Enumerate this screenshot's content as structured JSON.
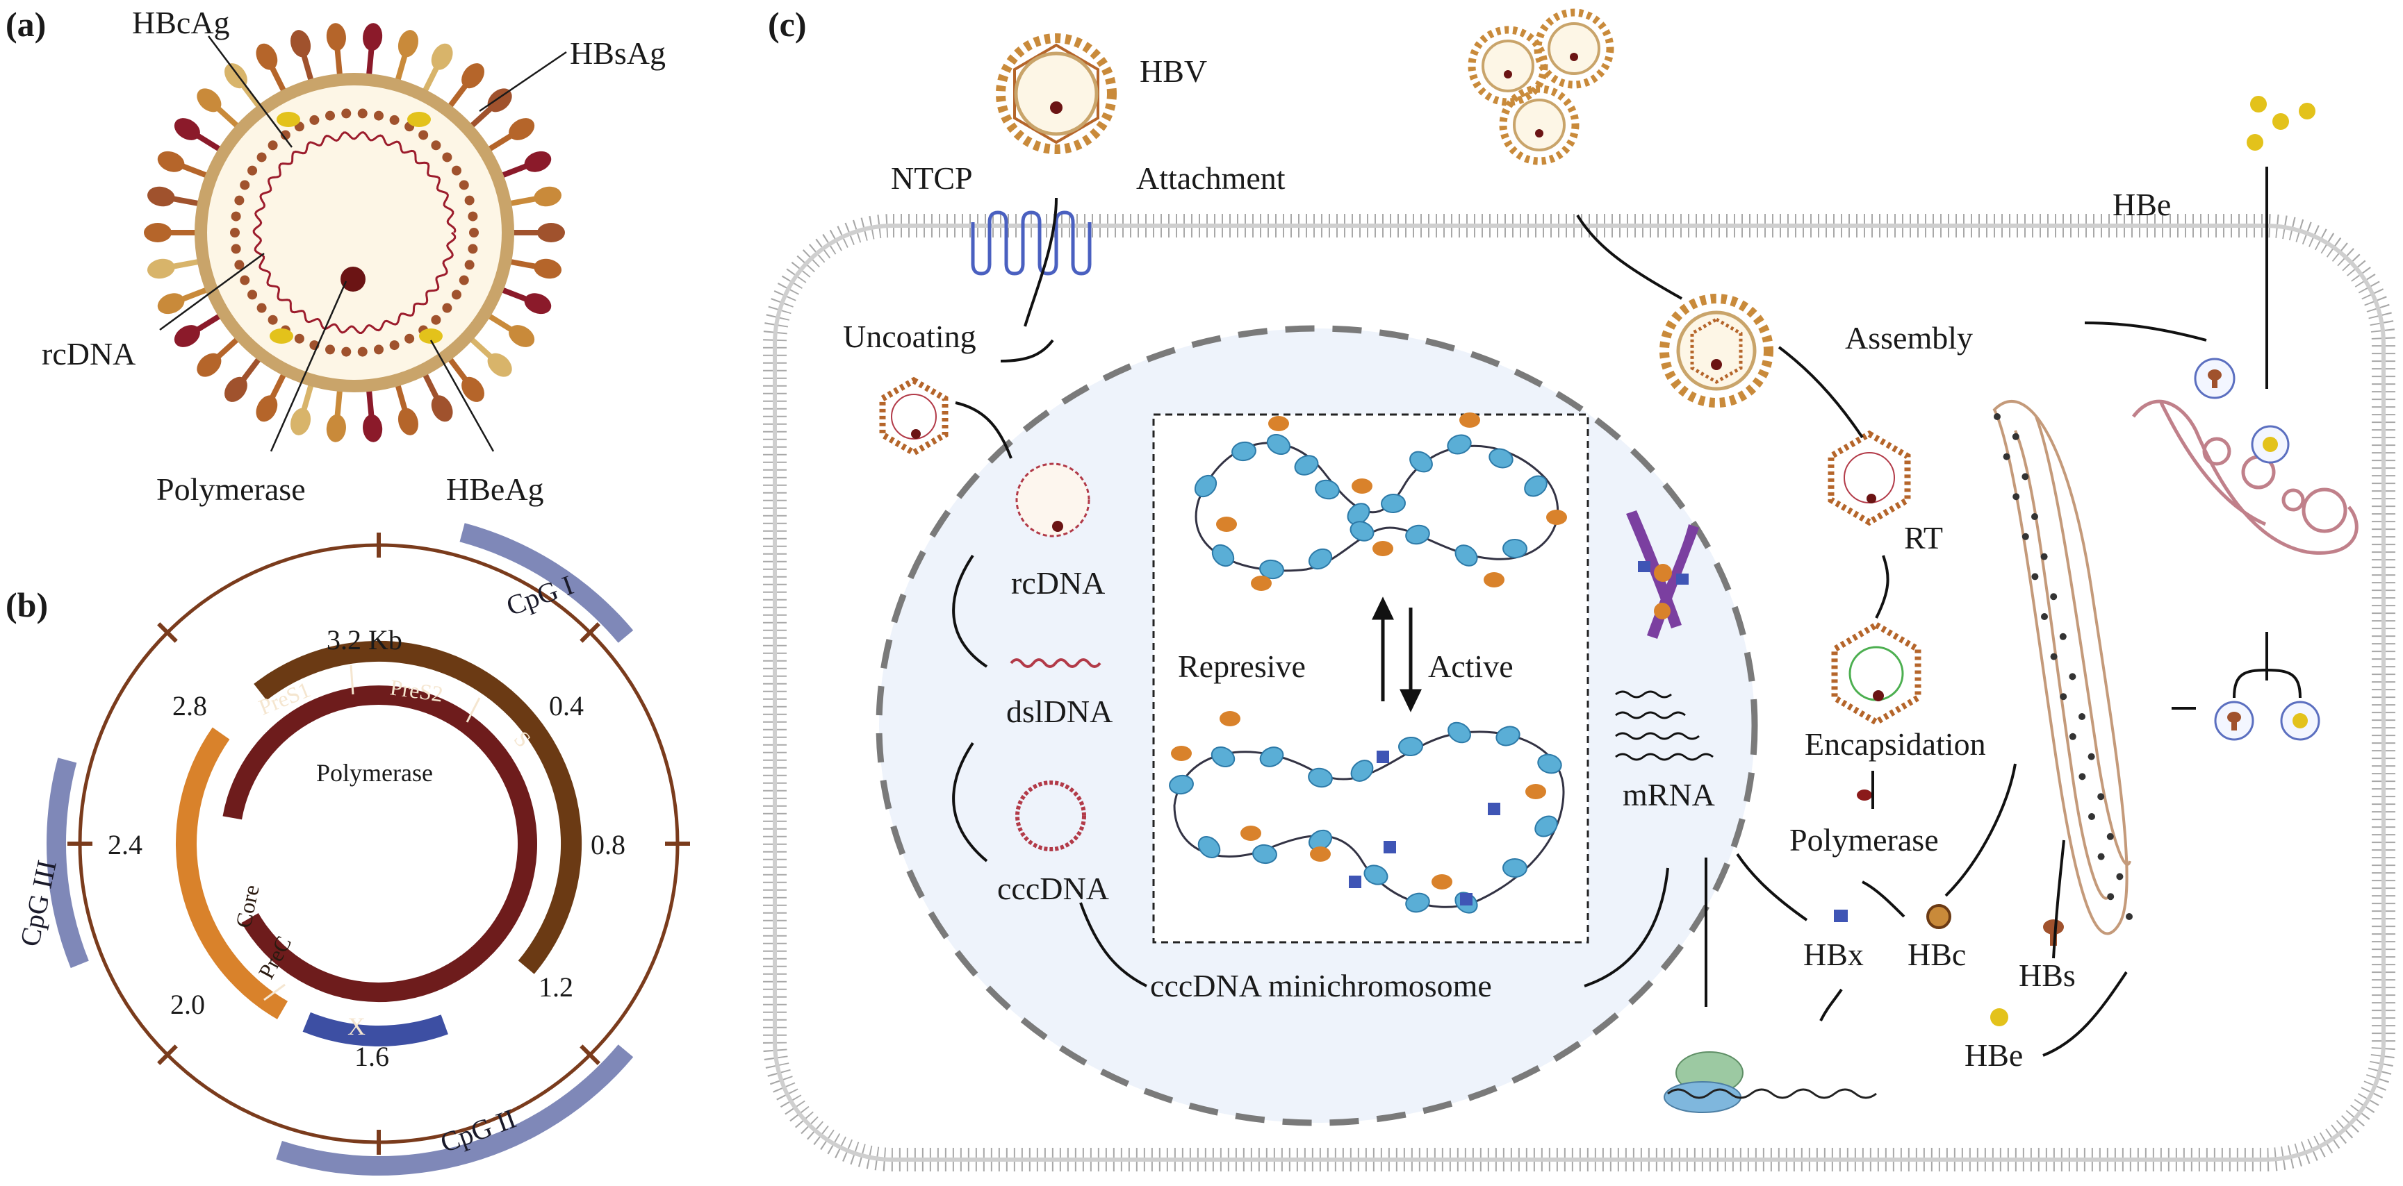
{
  "panels": {
    "a": "(a)",
    "b": "(b)",
    "c": "(c)"
  },
  "panel_a": {
    "hbcag": "HBcAg",
    "hbsag": "HBsAg",
    "rcdna": "rcDNA",
    "polymerase": "Polymerase",
    "hbeag": "HBeAg"
  },
  "panel_b": {
    "kb32": "3.2 Kb",
    "kb04": "0.4",
    "kb08": "0.8",
    "kb12": "1.2",
    "kb16": "1.6",
    "kb20": "2.0",
    "kb24": "2.4",
    "kb28": "2.8",
    "pres1": "PreS1",
    "pres2": "PreS2",
    "s": "S",
    "polymerase": "Polymerase",
    "prec": "PreC",
    "core": "Core",
    "x": "X",
    "cpg1": "CpG I",
    "cpg2": "CpG II",
    "cpg3": "CpG III",
    "colors": {
      "genome_ring": "#7a3b1c",
      "surface_arc": "#6b3a14",
      "polymerase_arc": "#6e1c1c",
      "core_arc": "#d9822b",
      "x_arc": "#3d4fa3",
      "cpg": "#7f88b8"
    }
  },
  "panel_c": {
    "hbv": "HBV",
    "ntcp": "NTCP",
    "attachment": "Attachment",
    "uncoating": "Uncoating",
    "rcdna": "rcDNA",
    "dsldna": "dslDNA",
    "cccdna": "cccDNA",
    "minichromosome": "cccDNA minichromosome",
    "represive": "Represive",
    "active": "Active",
    "mrna": "mRNA",
    "hbx": "HBx",
    "hbc": "HBc",
    "hbs": "HBs",
    "hbe_bottom": "HBe",
    "hbe_top": "HBe",
    "polymerase": "Polymerase",
    "encapsidation": "Encapsidation",
    "rt": "RT",
    "assembly": "Assembly",
    "colors": {
      "membrane": "#9a9a9a",
      "nucleus_fill": "#eef3fb",
      "nucleus_border": "#7a7a7a",
      "nucleosome": "#5aaed6",
      "protein_orange": "#d9822b",
      "hbx_blue": "#3f55b5",
      "hbe_yellow": "#e3c21b"
    }
  }
}
